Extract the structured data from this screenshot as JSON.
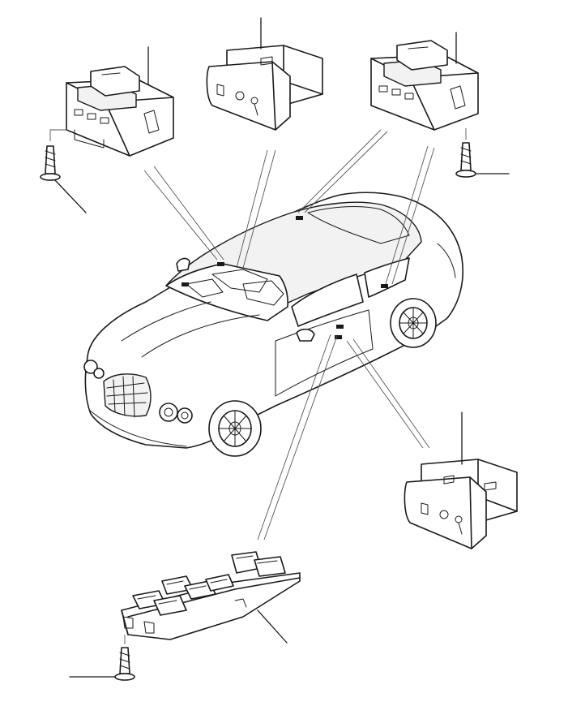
{
  "diagram": {
    "colors": {
      "line": "#1a1a1a",
      "paper": "#ffffff",
      "mark": "#1a1a1a"
    },
    "parts": [
      {
        "id": "window-switch-left",
        "type": "window-switch"
      },
      {
        "id": "lock-switch-top",
        "type": "lock-switch"
      },
      {
        "id": "window-switch-right",
        "type": "window-switch"
      },
      {
        "id": "screw-left",
        "type": "screw"
      },
      {
        "id": "screw-right",
        "type": "screw"
      },
      {
        "id": "lock-switch-door",
        "type": "lock-switch"
      },
      {
        "id": "window-switch-pack-driver",
        "type": "switch-pack"
      },
      {
        "id": "screw-bottom",
        "type": "screw"
      },
      {
        "id": "vehicle",
        "type": "coupe"
      }
    ]
  }
}
